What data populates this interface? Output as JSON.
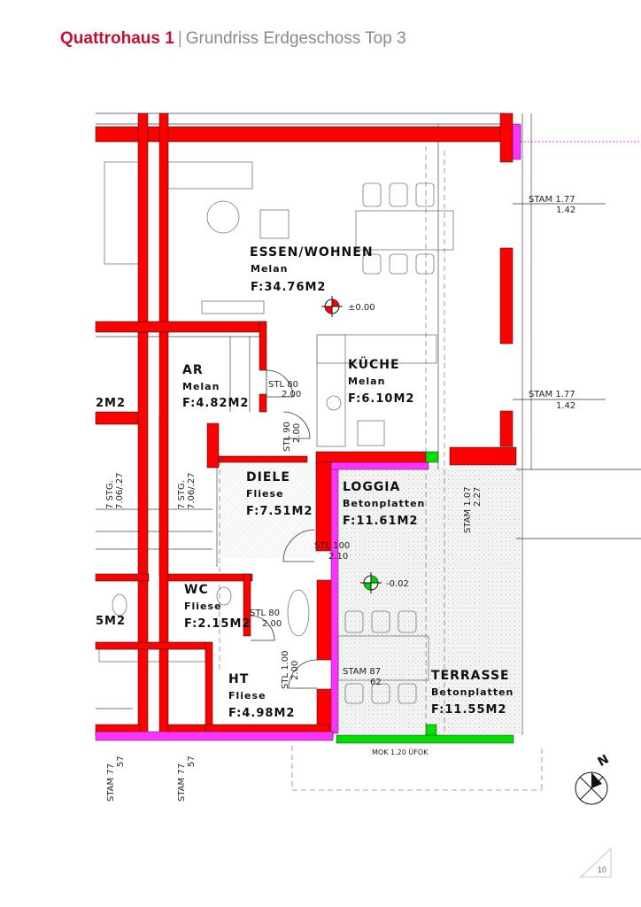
{
  "header": {
    "brand": "Quattrohaus 1",
    "separator": "|",
    "subtitle": "Grundriss Erdgeschoss Top 3"
  },
  "rooms": {
    "essen": {
      "name": "ESSEN/WOHNEN",
      "floor": "Melan",
      "area": "F:34.76M2"
    },
    "level_main": "±0.00",
    "kueche": {
      "name": "KÜCHE",
      "floor": "Melan",
      "area": "F:6.10M2"
    },
    "ar": {
      "name": "AR",
      "floor": "Melan",
      "area": "F:4.82M2"
    },
    "neighbor_area": "2M2",
    "diele": {
      "name": "DIELE",
      "floor": "Fliese",
      "area": "F:7.51M2"
    },
    "loggia": {
      "name": "LOGGIA",
      "floor": "Betonplatten",
      "area": "F:11.61M2"
    },
    "level_loggia": "-0.02",
    "wc": {
      "name": "WC",
      "floor": "Fliese",
      "area": "F:2.15M2"
    },
    "neighbor_wc_area": "5M2",
    "ht": {
      "name": "HT",
      "floor": "Fliese",
      "area": "F:4.98M2"
    },
    "terrasse": {
      "name": "TERRASSE",
      "floor": "Betonplatten",
      "area": "F:11.55M2"
    }
  },
  "doors": {
    "d1": {
      "a": "STL 80",
      "b": "2.00"
    },
    "d2": {
      "a": "STL 90",
      "b": "2.00"
    },
    "d3": {
      "a": "STL 100",
      "b": "2.10"
    },
    "d4": {
      "a": "STL 80",
      "b": "2.00"
    },
    "d5": {
      "a": "STL 1.00",
      "b": "2.00"
    }
  },
  "windows": {
    "w1": {
      "a": "STAM 1.77",
      "b": "1.42"
    },
    "w2": {
      "a": "STAM 1.77",
      "b": "1.42"
    },
    "w3": {
      "a": "STAM 1.07",
      "b": "2.27"
    },
    "w4": {
      "a": "STAM 87",
      "b": "62"
    },
    "w5": {
      "a": "STAM 77",
      "b": "57"
    },
    "w6": {
      "a": "STAM 77",
      "b": "57"
    }
  },
  "stairs": {
    "s1": {
      "a": "7 STG.",
      "b": "7.06/.27"
    },
    "s2": {
      "a": "7 STG.",
      "b": "7.06/.27"
    }
  },
  "mok": "MOK 1.20 ÜFOK",
  "compass": "N",
  "page_number": "10",
  "colors": {
    "wall": "#ff0000",
    "insulation": "#ff33ff",
    "green": "#00e000",
    "brand": "#c8102e",
    "paving": "#eeeeee"
  }
}
